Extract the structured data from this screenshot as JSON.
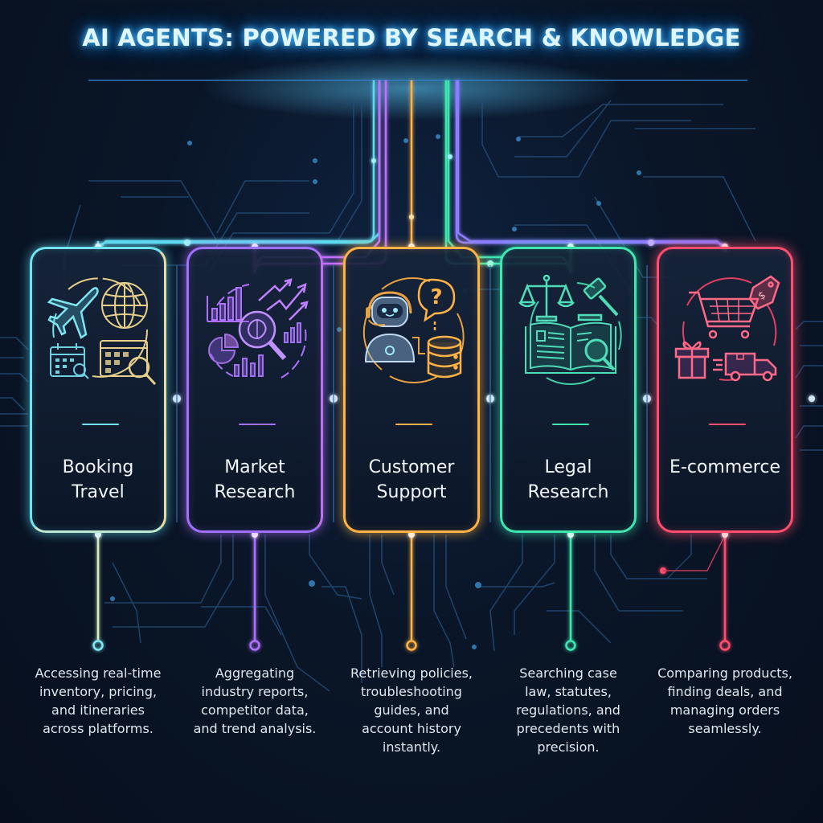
{
  "title": "AI AGENTS: POWERED BY SEARCH & KNOWLEDGE",
  "colors": {
    "background": "#0a1628",
    "title_glow": "#4fc3ff",
    "hub": "#3fb6ff"
  },
  "cards": [
    {
      "id": "booking-travel",
      "label_lines": [
        "Booking",
        "Travel"
      ],
      "color": "#5fe0f0",
      "color2": "#f0d890",
      "icons": [
        "airplane-icon",
        "globe-icon",
        "calendar-search-icon",
        "calendar-grid-search-icon"
      ],
      "description_lines": [
        "Accessing real-time",
        "inventory, pricing,",
        "and itineraries",
        "across platforms."
      ]
    },
    {
      "id": "market-research",
      "label_lines": [
        "Market",
        "Research"
      ],
      "color": "#b070ff",
      "color2": "#e070e0",
      "icons": [
        "bar-chart-icon",
        "trend-arrows-icon",
        "brain-magnifier-icon",
        "pie-chart-icon"
      ],
      "description_lines": [
        "Aggregating",
        "industry reports,",
        "competitor data,",
        "and trend analysis."
      ]
    },
    {
      "id": "customer-support",
      "label_lines": [
        "Customer",
        "Support"
      ],
      "color": "#ffb347",
      "color2": "#ffd27a",
      "icons": [
        "support-robot-icon",
        "question-bubble-icon",
        "database-icon"
      ],
      "description_lines": [
        "Retrieving policies,",
        "troubleshooting",
        "guides, and",
        "account history",
        "instantly."
      ]
    },
    {
      "id": "legal-research",
      "label_lines": [
        "Legal",
        "Research"
      ],
      "color": "#3fe6b0",
      "color2": "#5fd0c8",
      "icons": [
        "scales-icon",
        "gavel-icon",
        "open-book-search-icon"
      ],
      "description_lines": [
        "Searching case",
        "law, statutes,",
        "regulations, and",
        "precedents with",
        "precision."
      ]
    },
    {
      "id": "e-commerce",
      "label_lines": [
        "E-commerce"
      ],
      "color": "#ff4d6d",
      "color2": "#ff7a9a",
      "icons": [
        "shopping-cart-icon",
        "price-tag-icon",
        "gift-icon",
        "delivery-truck-icon"
      ],
      "description_lines": [
        "Comparing products,",
        "finding deals, and",
        "managing orders",
        "seamlessly."
      ]
    }
  ]
}
